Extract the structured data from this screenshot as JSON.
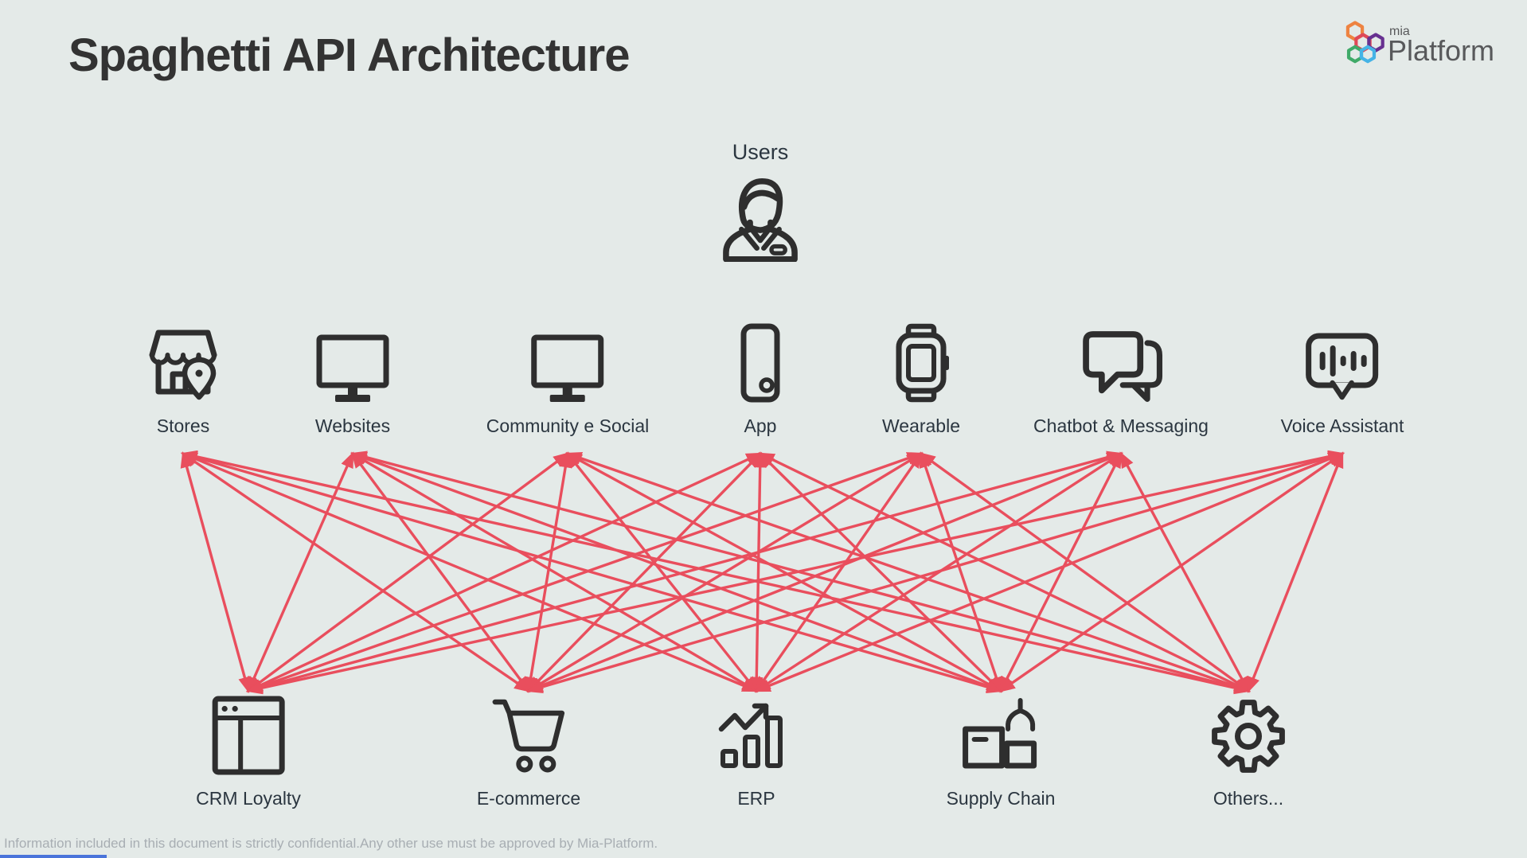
{
  "title": "Spaghetti API Architecture",
  "logo": {
    "mia": "mia",
    "platform": "Platform",
    "hex_colors": [
      "#ee8341",
      "#df4958",
      "#673090",
      "#3faa68",
      "#45b3e6"
    ]
  },
  "users": {
    "label": "Users",
    "icon": "person-icon"
  },
  "channels": [
    {
      "label": "Stores",
      "icon": "storefront-icon"
    },
    {
      "label": "Websites",
      "icon": "monitor-icon"
    },
    {
      "label": "Community e Social",
      "icon": "monitor-icon"
    },
    {
      "label": "App",
      "icon": "smartphone-icon"
    },
    {
      "label": "Wearable",
      "icon": "smartwatch-icon"
    },
    {
      "label": "Chatbot & Messaging",
      "icon": "chat-bubbles-icon"
    },
    {
      "label": "Voice Assistant",
      "icon": "voice-bubble-icon"
    }
  ],
  "systems": [
    {
      "label": "CRM Loyalty",
      "icon": "browser-window-icon"
    },
    {
      "label": "E-commerce",
      "icon": "shopping-cart-icon"
    },
    {
      "label": "ERP",
      "icon": "bar-chart-growth-icon"
    },
    {
      "label": "Supply Chain",
      "icon": "boxes-crane-icon"
    },
    {
      "label": "Others...",
      "icon": "gear-icon"
    }
  ],
  "connections": {
    "pattern": "complete-bipartite",
    "description": "Every channel is wired point-to-point to every backend system with a double-headed red arrow",
    "count": 35,
    "color": "#e94e5d"
  },
  "footer": {
    "text": "Information included in this document is strictly confidential.Any other use must be approved by Mia-Platform."
  },
  "colors": {
    "background": "#e4eae8",
    "ink": "#2e2e2e",
    "text": "#2b3640",
    "title": "#333333",
    "footer_text": "#a8aeb3",
    "logo_text": "#58595b",
    "arrow_red": "#e94e5d",
    "progress_bar": "#4a74da"
  }
}
